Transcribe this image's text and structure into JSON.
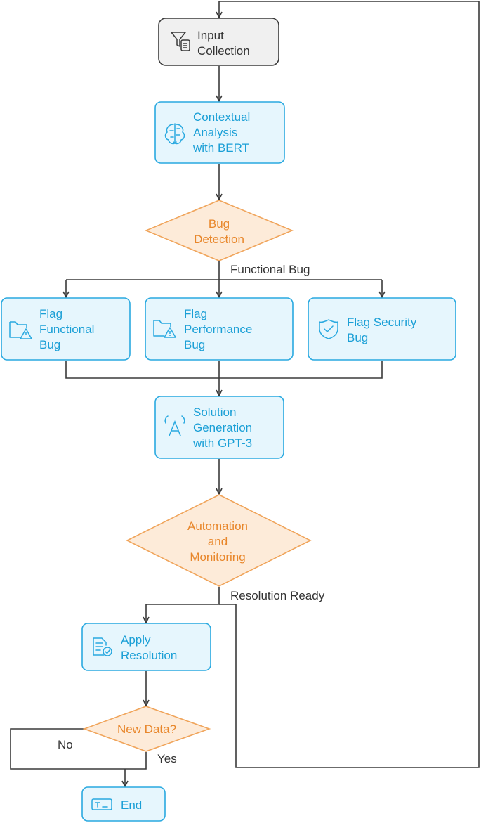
{
  "colors": {
    "blue_fill": "#e6f6fd",
    "blue_stroke": "#29a9e0",
    "blue_text": "#1a9fd6",
    "orange_fill": "#fdebd9",
    "orange_stroke": "#f0a45a",
    "orange_text": "#e8862a",
    "gray_fill": "#f0f0f0",
    "gray_stroke": "#3a3a3a",
    "connector": "#3a3a3a"
  },
  "nodes": {
    "input_collection": {
      "lines": [
        "Input",
        "Collection"
      ],
      "icon": "filter-document-icon"
    },
    "contextual_analysis": {
      "lines": [
        "Contextual",
        "Analysis",
        "with BERT"
      ],
      "icon": "brain-icon"
    },
    "bug_detection": {
      "lines": [
        "Bug",
        "Detection"
      ]
    },
    "flag_functional": {
      "lines": [
        "Flag",
        "Functional",
        "Bug"
      ],
      "icon": "folder-warning-icon"
    },
    "flag_performance": {
      "lines": [
        "Flag",
        "Performance",
        "Bug"
      ],
      "icon": "folder-warning-icon"
    },
    "flag_security": {
      "lines": [
        "Flag Security",
        "Bug"
      ],
      "icon": "shield-check-icon"
    },
    "solution_generation": {
      "lines": [
        "Solution",
        "Generation",
        "with GPT-3"
      ],
      "icon": "ai-text-icon"
    },
    "automation_monitoring": {
      "lines": [
        "Automation",
        "and",
        "Monitoring"
      ]
    },
    "apply_resolution": {
      "lines": [
        "Apply",
        "Resolution"
      ],
      "icon": "document-check-icon"
    },
    "new_data": {
      "lines": [
        "New Data?"
      ]
    },
    "end": {
      "lines": [
        "End"
      ],
      "icon": "terminal-icon"
    }
  },
  "edge_labels": {
    "functional_bug": "Functional Bug",
    "resolution_ready": "Resolution Ready",
    "no": "No",
    "yes": "Yes"
  }
}
